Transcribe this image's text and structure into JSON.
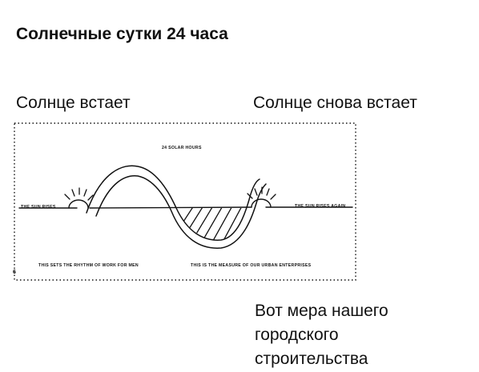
{
  "captions": {
    "title": "Солнечные сутки 24 часа",
    "sun_rises": "Солнце встает",
    "sun_rises_again": "Солнце снова встает",
    "bottom_lines": [
      "Вот мера нашего",
      "городского",
      "строительства"
    ]
  },
  "sketch": {
    "header": "24 SOLAR HOURS",
    "left_label": "THE SUN RISES",
    "right_label": "THE SUN RISES AGAIN",
    "bottom_left": "THIS SETS THE RHYTHM OF WORK FOR MEN",
    "bottom_right": "THIS IS THE MEASURE OF OUR URBAN ENTERPRISES",
    "margin_mark": "6"
  }
}
